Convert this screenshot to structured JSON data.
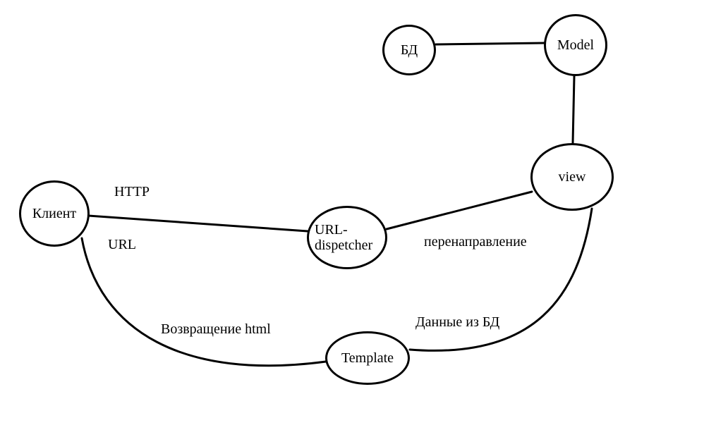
{
  "diagram": {
    "background_color": "#ffffff",
    "stroke_color": "#000000",
    "nodes": {
      "db": {
        "label": "БД"
      },
      "model": {
        "label": "Model"
      },
      "view": {
        "label": "view"
      },
      "client": {
        "label": "Клиент"
      },
      "url_dispetcher": {
        "label_line1": "URL-",
        "label_line2": "dispetcher"
      },
      "template": {
        "label": "Template"
      }
    },
    "edge_labels": {
      "http": "HTTP",
      "url": "URL",
      "redirect": "перенаправление",
      "return_html": "Возвращение html",
      "data_from_db": "Данные из БД"
    },
    "edges": [
      {
        "from": "БД",
        "to": "Model",
        "label": ""
      },
      {
        "from": "Model",
        "to": "view",
        "label": ""
      },
      {
        "from": "view",
        "to": "URL-dispetcher",
        "label": "перенаправление"
      },
      {
        "from": "Клиент",
        "to": "URL-dispetcher",
        "label": "HTTP / URL"
      },
      {
        "from": "Клиент",
        "to": "Template",
        "label": "Возвращение html"
      },
      {
        "from": "view",
        "to": "Template",
        "label": "Данные из БД"
      }
    ]
  }
}
